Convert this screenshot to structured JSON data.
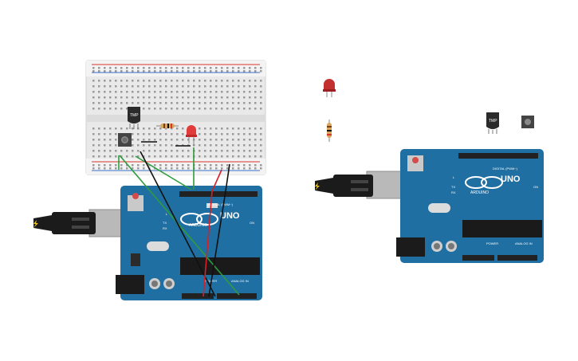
{
  "colors": {
    "board_blue": "#1f6fa3",
    "board_dark": "#155a86",
    "breadboard": "#eeeeee",
    "rail_red": "#d9352b",
    "rail_blue": "#3a6fc4",
    "wire_green": "#2e9b3e",
    "wire_red": "#d81f26",
    "wire_black": "#111111",
    "led_red": "#e23b3b",
    "usb_black": "#1b1b1b"
  },
  "board_labels": {
    "uno": "UNO",
    "arduino": "ARDUINO",
    "digital": "DIGITAL (PWM~)",
    "analog_in": "ANALOG IN",
    "power": "POWER",
    "on": "ON",
    "tx": "TX",
    "rx": "RX",
    "l": "L"
  },
  "components": {
    "sensor_label": "TMP"
  },
  "icons": {
    "usb_plug": "usb-plug-icon",
    "lightning": "lightning-icon"
  }
}
